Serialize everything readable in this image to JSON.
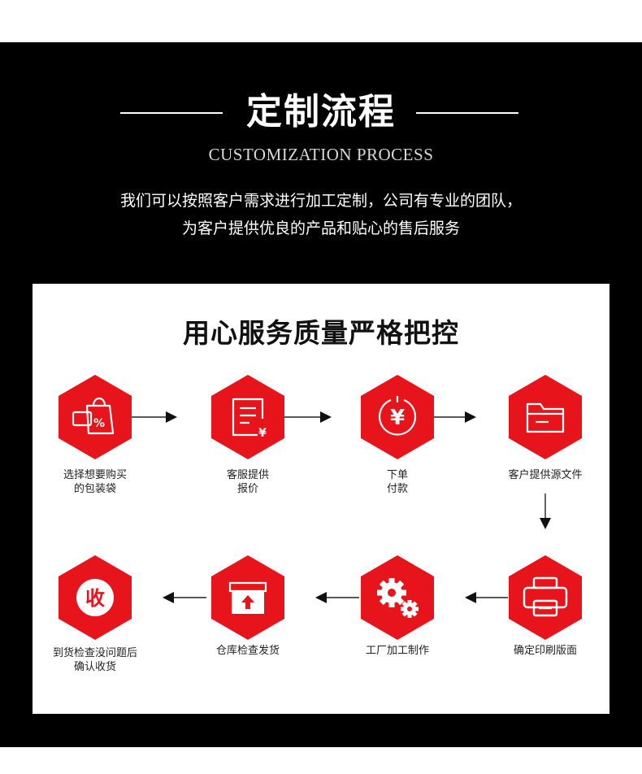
{
  "header": {
    "title": "定制流程",
    "subtitle": "CUSTOMIZATION PROCESS",
    "description_line1": "我们可以按照客户需求进行加工定制，公司有专业的团队，",
    "description_line2": "为客户提供优良的产品和贴心的售后服务"
  },
  "card": {
    "title": "用心服务质量严格把控"
  },
  "steps": [
    {
      "icon": "shopping-bag-percent-icon",
      "line1": "选择想要购买",
      "line2": "的包装袋"
    },
    {
      "icon": "quote-document-yen-icon",
      "line1": "客服提供",
      "line2": "报价"
    },
    {
      "icon": "yen-coin-icon",
      "line1": "下单",
      "line2": "付款"
    },
    {
      "icon": "folder-file-icon",
      "line1": "客户提供源文件",
      "line2": ""
    },
    {
      "icon": "printer-icon",
      "line1": "确定印刷版面",
      "line2": ""
    },
    {
      "icon": "gears-icon",
      "line1": "工厂加工制作",
      "line2": ""
    },
    {
      "icon": "box-upload-icon",
      "line1": "仓库检查发货",
      "line2": ""
    },
    {
      "icon": "receive-icon",
      "line1": "到货检查没问题后",
      "line2": "确认收货",
      "glyph": "收"
    }
  ],
  "colors": {
    "accent": "#e8141c",
    "background": "#000000",
    "card": "#ffffff"
  }
}
